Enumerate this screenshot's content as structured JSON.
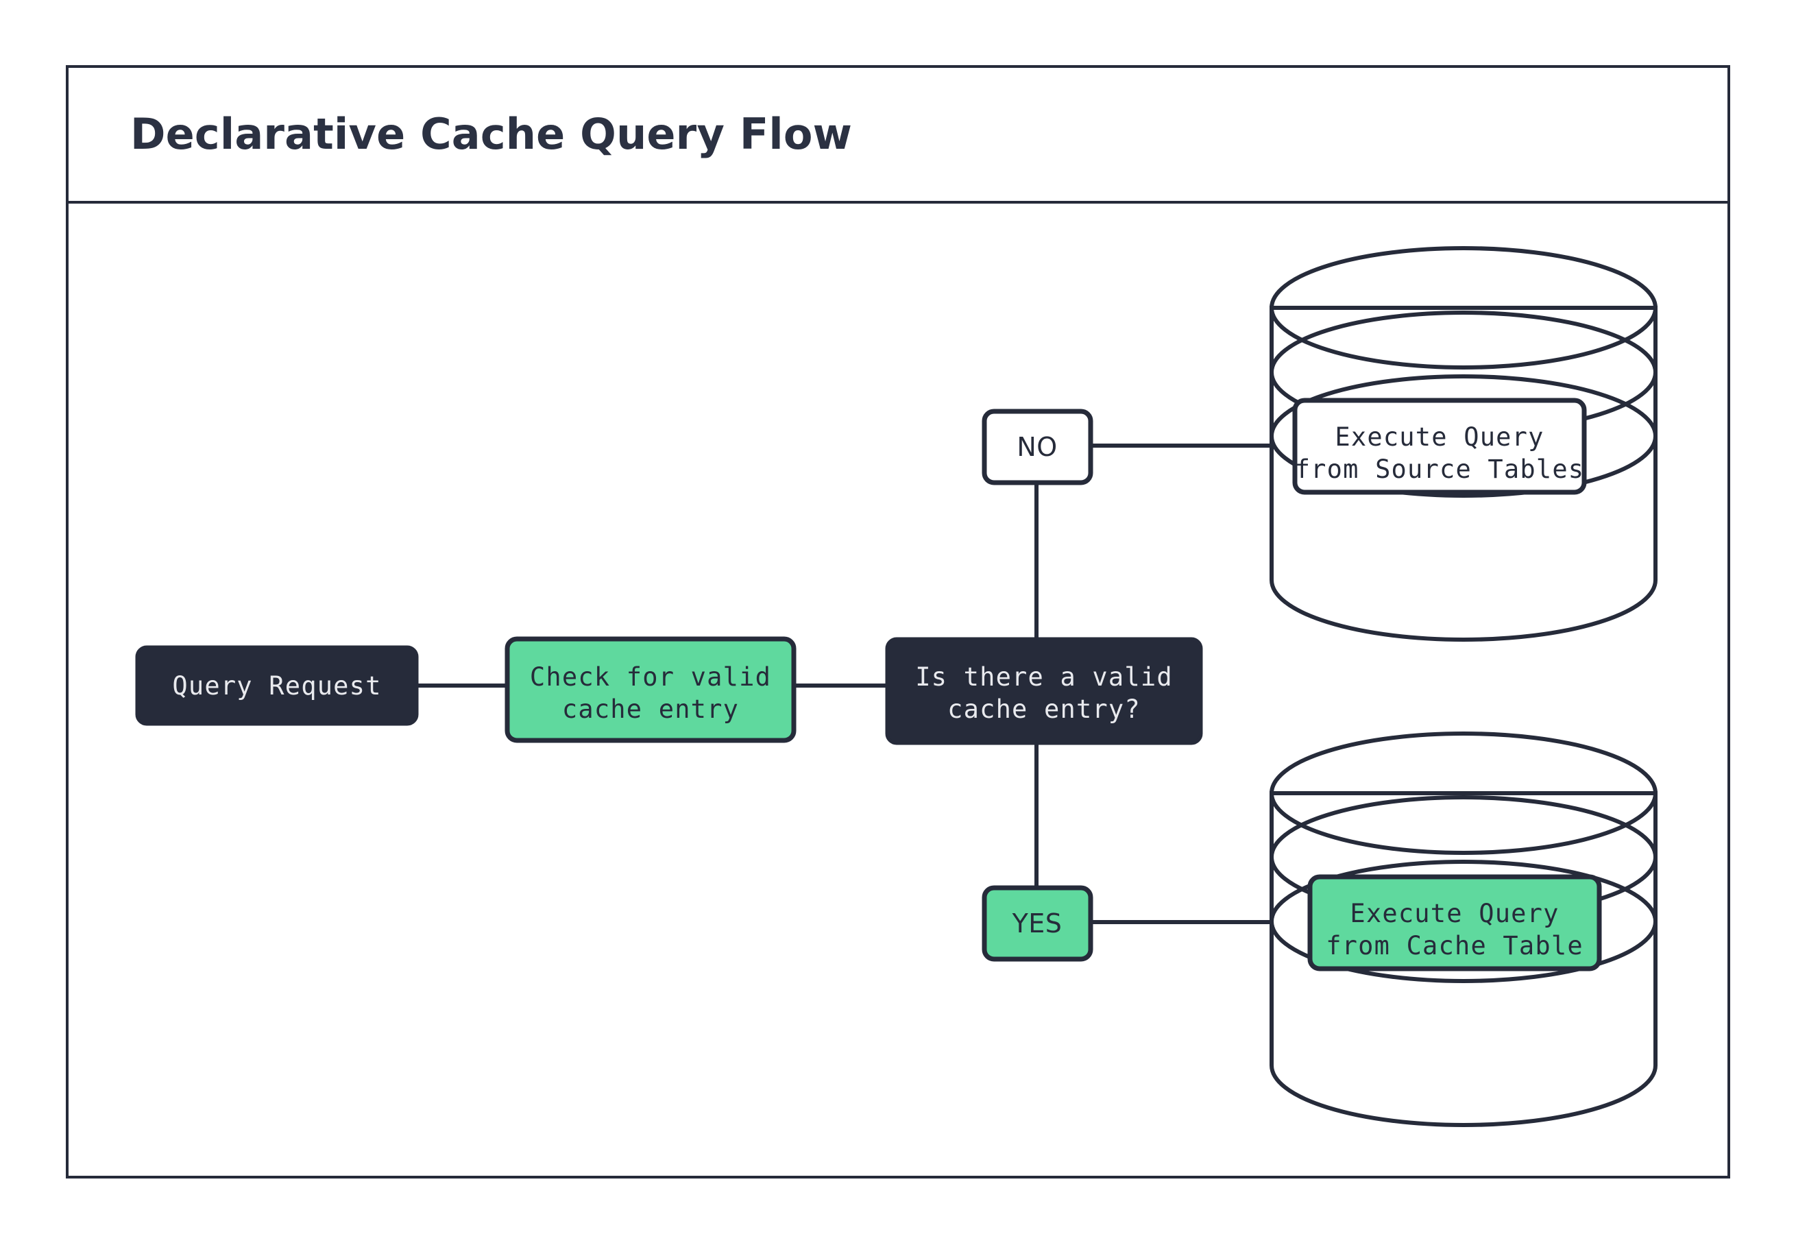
{
  "diagram": {
    "title": "Declarative Cache Query Flow",
    "accent_green": "#5fd99e",
    "accent_dark": "#262b3a",
    "background": "#ffffff",
    "nodes": {
      "query_request": {
        "label": "Query Request",
        "style": "dark"
      },
      "check_cache": {
        "label_line1": "Check for valid",
        "label_line2": "cache entry",
        "style": "green"
      },
      "decision": {
        "label_line1": "Is there a valid",
        "label_line2": "cache entry?",
        "style": "dark"
      },
      "no_label": {
        "label": "NO",
        "style": "white"
      },
      "yes_label": {
        "label": "YES",
        "style": "green"
      },
      "source_tables": {
        "label_line1": "Execute Query",
        "label_line2": "from Source Tables",
        "style": "white",
        "container": "database-cylinder"
      },
      "cache_table": {
        "label_line1": "Execute Query",
        "label_line2": "from Cache Table",
        "style": "green",
        "container": "database-cylinder"
      }
    },
    "edges": [
      {
        "from": "query_request",
        "to": "check_cache"
      },
      {
        "from": "check_cache",
        "to": "decision"
      },
      {
        "from": "decision",
        "to": "no_label",
        "branch": "NO"
      },
      {
        "from": "no_label",
        "to": "source_tables"
      },
      {
        "from": "decision",
        "to": "yes_label",
        "branch": "YES"
      },
      {
        "from": "yes_label",
        "to": "cache_table"
      }
    ]
  }
}
